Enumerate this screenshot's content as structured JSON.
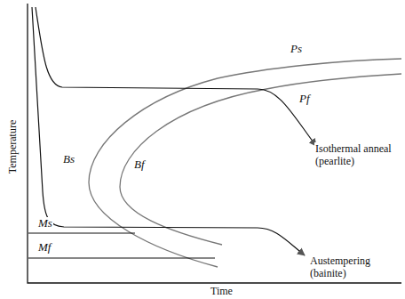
{
  "diagram": {
    "labels": [
      "Ps",
      "Pf",
      "Bs",
      "Bf",
      "Ms",
      "Mf",
      "Isothermal anneal (pearlite)",
      "Austempering (bainite)",
      "Temperature",
      "Time"
    ]
  }
}
